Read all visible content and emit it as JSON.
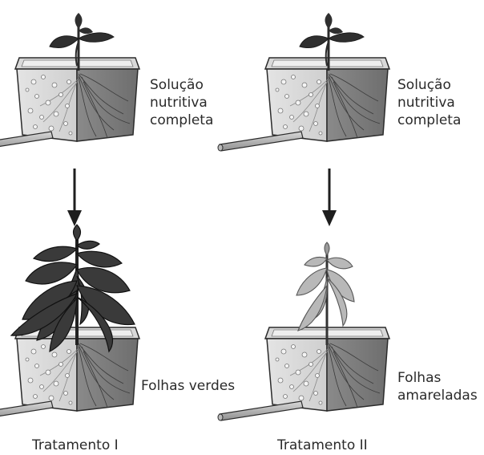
{
  "labels": {
    "top_left": [
      "Solução",
      "nutritiva",
      "completa"
    ],
    "top_right": [
      "Solução",
      "nutritiva",
      "completa"
    ],
    "bottom_left": [
      "Folhas verdes"
    ],
    "bottom_right": [
      "Folhas",
      "amareladas"
    ]
  },
  "captions": {
    "left": "Tratamento I",
    "right": "Tratamento II"
  },
  "colors": {
    "green_leaves": "#3a3a3a",
    "yellowed_leaves": "#b8b8b8",
    "container_solution": "#9a9a9a",
    "outline": "#2b2b2b"
  }
}
